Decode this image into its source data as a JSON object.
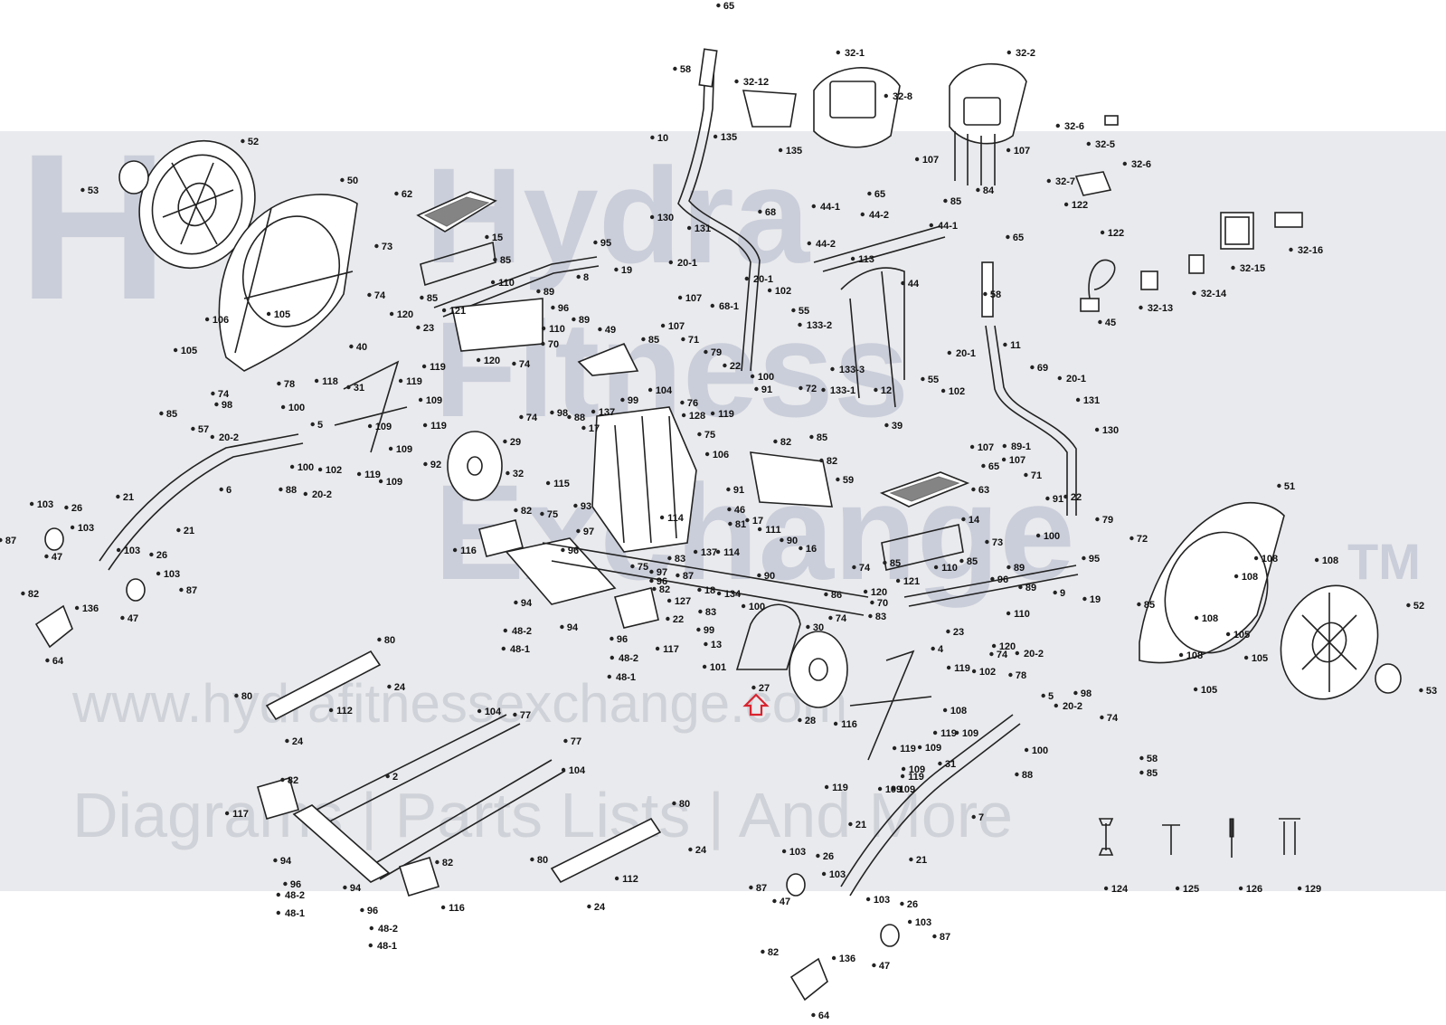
{
  "watermark": {
    "logo_line1": "Hydra",
    "logo_line2": "Fitness",
    "logo_line3": "Exchange",
    "trademark": "TM",
    "url": "www.hydrafitnessexchange.com",
    "tagline": "Diagrams | Parts Lists | And More"
  },
  "highlight": {
    "color": "#d9232e",
    "target_part": "27"
  },
  "labels": {
    "l65a": "65",
    "l58a": "58",
    "l32_12": "32-12",
    "l32_1": "32-1",
    "l32_2": "32-2",
    "l32_8a": "32-8",
    "l10": "10",
    "l135a": "135",
    "l135b": "135",
    "l107a": "107",
    "l107b": "107",
    "l84a": "84",
    "l32_6a": "32-6",
    "l32_5": "32-5",
    "l32_6b": "32-6",
    "l32_7": "32-7",
    "l122a": "122",
    "l122b": "122",
    "l32_16": "32-16",
    "l32_15": "32-15",
    "l32_14": "32-14",
    "l32_13": "32-13",
    "l45": "45",
    "l52a": "52",
    "l53a": "53",
    "l50": "50",
    "l62a": "62",
    "l15": "15",
    "l73a": "73",
    "l85a": "85",
    "l74a": "74",
    "l120a": "120",
    "l85b": "85",
    "l23a": "23",
    "l121a": "121",
    "l110a": "110",
    "l89a": "89",
    "l96a": "96",
    "l89b": "89",
    "l110b": "110",
    "l120b": "120",
    "l70a": "70",
    "l74b": "74",
    "l95a": "95",
    "l19a": "19",
    "l8": "8",
    "l130a": "130",
    "l131a": "131",
    "l20_1a": "20-1",
    "l68": "68",
    "l107c": "107",
    "l68_1": "68-1",
    "l20_1b": "20-1",
    "l102a": "102",
    "l55a": "55",
    "l44_1a": "44-1",
    "l65b": "65",
    "l44_2a": "44-2",
    "l85c": "85",
    "l44_1b": "44-1",
    "l44_2b": "44-2",
    "l113": "113",
    "l44": "44",
    "l106a": "106",
    "l105a": "105",
    "l105b": "105",
    "l40": "40",
    "l49": "49",
    "l107d": "107",
    "l85d": "85",
    "l71a": "71",
    "l79a": "79",
    "l22a": "22",
    "l100a": "100",
    "l91a": "91",
    "l133_2": "133-2",
    "l133_3": "133-3",
    "l133_1": "133-1",
    "l72a": "72",
    "l85e": "85",
    "l12": "12",
    "l39": "39",
    "l55b": "55",
    "l102b": "102",
    "l20_1c": "20-1",
    "l11": "11",
    "l58b": "58",
    "l65c": "65",
    "l69": "69",
    "l20_1d": "20-1",
    "l131b": "131",
    "l130b": "130",
    "l107e": "107",
    "l89_1": "89-1",
    "l85f": "85",
    "l57a": "57",
    "l74c": "74",
    "l98a": "98",
    "l20_2a": "20-2",
    "l78a": "78",
    "l100b": "100",
    "l118": "118",
    "l31a": "31",
    "l119a": "119",
    "l109a": "109",
    "l119b": "119",
    "l109b": "109",
    "l119c": "119",
    "l109c": "109",
    "l92": "92",
    "l119d": "119",
    "l109d": "109",
    "l100c": "100",
    "l88a": "88",
    "l102c": "102",
    "l20_2b": "20-2",
    "l5a": "5",
    "l6": "6",
    "l21a": "21",
    "l21b": "21",
    "l103a": "103",
    "l26a": "26",
    "l87a": "87",
    "l103b": "103",
    "l47a": "47",
    "l103c": "103",
    "l26b": "26",
    "l103d": "103",
    "l82a": "82",
    "l87b": "87",
    "l136a": "136",
    "l47b": "47",
    "l64a": "64",
    "l29": "29",
    "l32a": "32",
    "l74d": "74",
    "l98b": "98",
    "l88b": "88",
    "l17a": "17",
    "l137a": "137",
    "l99a": "99",
    "l104a": "104",
    "l76": "76",
    "l128": "128",
    "l119e": "119",
    "l75a": "75",
    "l106b": "106",
    "l115": "115",
    "l93": "93",
    "l97a": "97",
    "l91b": "91",
    "l46": "46",
    "l81": "81",
    "l82b": "82",
    "l82c": "82",
    "l59": "59",
    "l63": "63",
    "l14": "14",
    "l65d": "65",
    "l107f": "107",
    "l71b": "71",
    "l91c": "91",
    "l22b": "22",
    "l100d": "100",
    "l79b": "79",
    "l116a": "116",
    "l82d": "82",
    "l75b": "75",
    "l96b": "96",
    "l114a": "114",
    "l137b": "137",
    "l114b": "114",
    "l17b": "17",
    "l111": "111",
    "l90a": "90",
    "l16": "16",
    "l90b": "90",
    "l97b": "97",
    "l96c": "96",
    "l75c": "75",
    "l83a": "83",
    "l87c": "87",
    "l18": "18",
    "l127": "127",
    "l134": "134",
    "l83b": "83",
    "l22c": "22",
    "l99b": "99",
    "l13": "13",
    "l101": "101",
    "l100e": "100",
    "l94a": "94",
    "l48_2a": "48-2",
    "l48_1a": "48-1",
    "l94b": "94",
    "l96d": "96",
    "l48_2b": "48-2",
    "l48_1b": "48-1",
    "l82e": "82",
    "l117a": "117",
    "l30": "30",
    "l27": "27",
    "l28": "28",
    "l86": "86",
    "l74e": "74",
    "l83c": "83",
    "l74f": "74",
    "l85g": "85",
    "l120c": "120",
    "l70b": "70",
    "l121b": "121",
    "l110c": "110",
    "l73b": "73",
    "l85h": "85",
    "l89c": "89",
    "l96e": "96",
    "l89d": "89",
    "l110d": "110",
    "l9": "9",
    "l95b": "95",
    "l19b": "19",
    "l72b": "72",
    "l85i": "85",
    "l23b": "23",
    "l120d": "120",
    "l74g": "74",
    "l51": "51",
    "l108a": "108",
    "l108b": "108",
    "l108c": "108",
    "l108d": "108",
    "l105c": "105",
    "l105d": "105",
    "l108e": "108",
    "l105e": "105",
    "l52b": "52",
    "l53b": "53",
    "l4": "4",
    "l119f": "119",
    "l102d": "102",
    "l20_2c": "20-2",
    "l78b": "78",
    "l108f": "108",
    "l5b": "5",
    "l20_2d": "20-2",
    "l98c": "98",
    "l74h": "74",
    "l116b": "116",
    "l119g": "119",
    "l109e": "109",
    "l119h": "119",
    "l109f": "109",
    "l31b": "31",
    "l109g": "109",
    "l119i": "119",
    "l109h": "109",
    "l119j": "119",
    "l109i": "109",
    "l100f": "100",
    "l88c": "88",
    "l58c": "58",
    "l85j": "85",
    "l7": "7",
    "l21c": "21",
    "l21d": "21",
    "l103e": "103",
    "l26c": "26",
    "l87d": "87",
    "l103f": "103",
    "l47c": "47",
    "l103g": "103",
    "l26d": "26",
    "l103h": "103",
    "l87e": "87",
    "l82f": "82",
    "l136b": "136",
    "l47d": "47",
    "l64b": "64",
    "l80a": "80",
    "l24a": "24",
    "l80b": "80",
    "l112a": "112",
    "l24b": "24",
    "l104b": "104",
    "l77a": "77",
    "l77b": "77",
    "l104c": "104",
    "l2": "2",
    "l82g": "82",
    "l117b": "117",
    "l94c": "94",
    "l96f": "96",
    "l48_2c": "48-2",
    "l48_1c": "48-1",
    "l94d": "94",
    "l96g": "96",
    "l48_2d": "48-2",
    "l48_1d": "48-1",
    "l82h": "82",
    "l116c": "116",
    "l80c": "80",
    "l80d": "80",
    "l112b": "112",
    "l24c": "24",
    "l24d": "24",
    "l124": "124",
    "l125": "125",
    "l126": "126",
    "l129": "129"
  }
}
